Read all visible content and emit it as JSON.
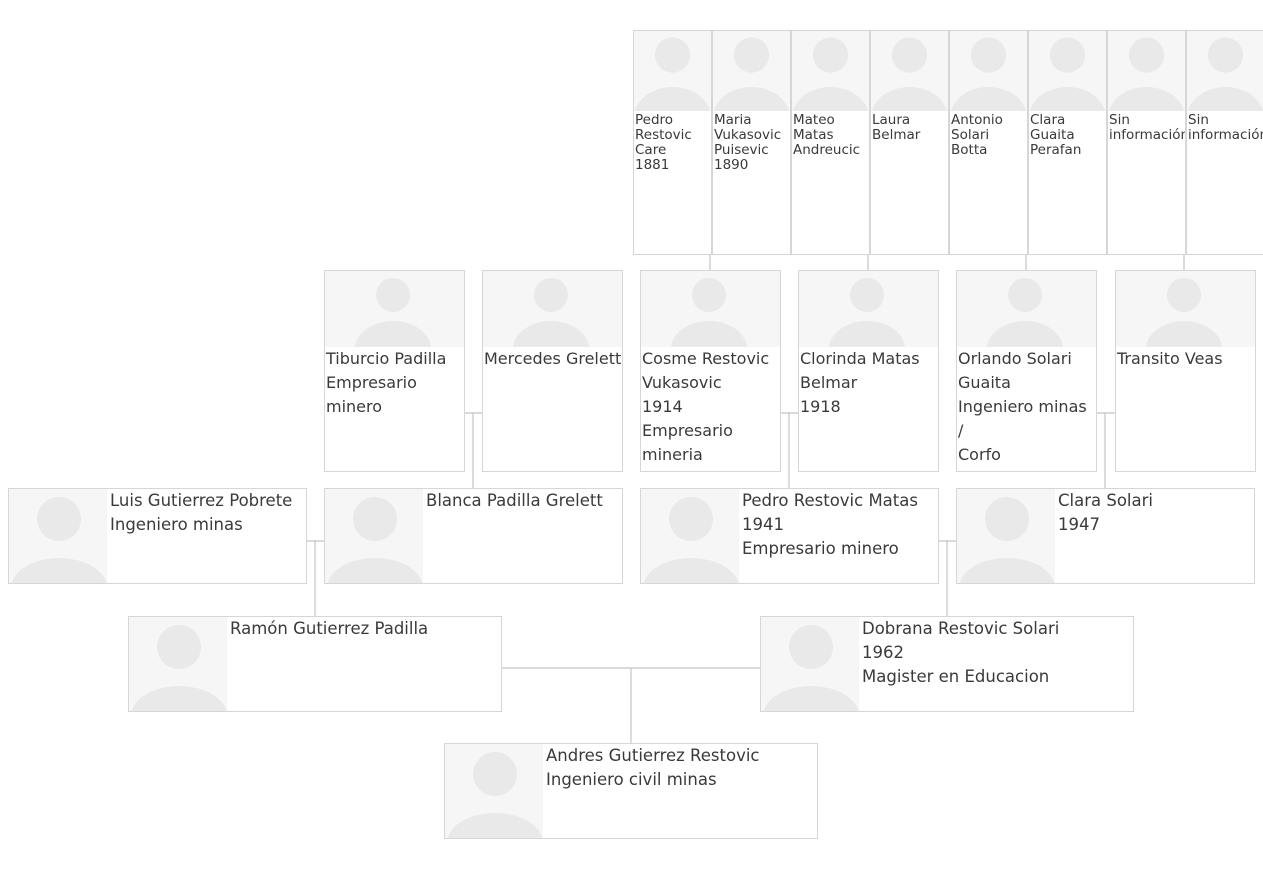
{
  "tree": {
    "great_grandparents": [
      {
        "lines": [
          "Pedro",
          "Restovic",
          "Care",
          "1881"
        ]
      },
      {
        "lines": [
          "Maria",
          "Vukasovic",
          "Puisevic",
          "1890"
        ]
      },
      {
        "lines": [
          "Mateo",
          "Matas",
          "Andreucic"
        ]
      },
      {
        "lines": [
          "Laura",
          "Belmar"
        ]
      },
      {
        "lines": [
          "Antonio",
          "Solari",
          "Botta"
        ]
      },
      {
        "lines": [
          "Clara",
          "Guaita",
          "Perafan"
        ]
      },
      {
        "lines": [
          "Sin",
          "información"
        ]
      },
      {
        "lines": [
          "Sin",
          "información"
        ]
      }
    ],
    "grandparents_upper": [
      {
        "lines": [
          "Tiburcio Padilla",
          "Empresario",
          "minero"
        ]
      },
      {
        "lines": [
          "Mercedes Grelett"
        ]
      },
      {
        "lines": [
          "Cosme Restovic",
          "Vukasovic",
          "1914",
          "Empresario",
          "mineria"
        ]
      },
      {
        "lines": [
          "Clorinda Matas",
          "Belmar",
          "1918"
        ]
      },
      {
        "lines": [
          "Orlando Solari",
          "Guaita",
          "Ingeniero minas /",
          "Corfo"
        ]
      },
      {
        "lines": [
          "Transito Veas"
        ]
      }
    ],
    "grandparents": [
      {
        "lines": [
          "Luis Gutierrez Pobrete",
          "Ingeniero minas"
        ]
      },
      {
        "lines": [
          "Blanca Padilla Grelett"
        ]
      },
      {
        "lines": [
          "Pedro Restovic Matas",
          "1941",
          "Empresario minero"
        ]
      },
      {
        "lines": [
          "Clara Solari",
          "1947"
        ]
      }
    ],
    "parents": [
      {
        "lines": [
          "Ramón Gutierrez Padilla"
        ]
      },
      {
        "lines": [
          "Dobrana Restovic Solari",
          "1962",
          "Magister en Educacion"
        ]
      }
    ],
    "root": {
      "lines": [
        "Andres Gutierrez Restovic",
        "Ingeniero civil minas"
      ]
    }
  }
}
